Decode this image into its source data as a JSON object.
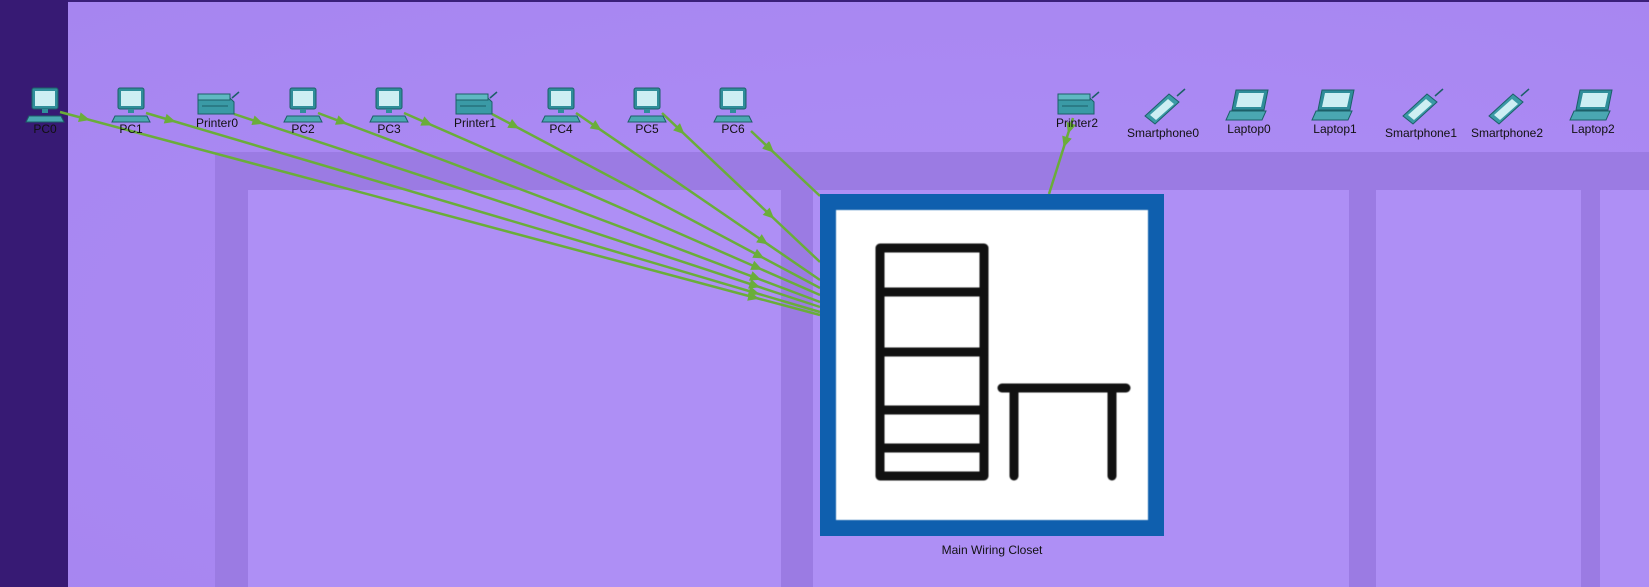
{
  "workspace": {
    "background_color": "#aa89f3",
    "left_strip_color": "#371a74"
  },
  "devices": [
    {
      "id": "pc0",
      "label": "PC0",
      "type": "pc-icon"
    },
    {
      "id": "pc1",
      "label": "PC1",
      "type": "pc-icon"
    },
    {
      "id": "printer0",
      "label": "Printer0",
      "type": "printer-icon"
    },
    {
      "id": "pc2",
      "label": "PC2",
      "type": "pc-icon"
    },
    {
      "id": "pc3",
      "label": "PC3",
      "type": "pc-icon"
    },
    {
      "id": "printer1",
      "label": "Printer1",
      "type": "printer-icon"
    },
    {
      "id": "pc4",
      "label": "PC4",
      "type": "pc-icon"
    },
    {
      "id": "pc5",
      "label": "PC5",
      "type": "pc-icon"
    },
    {
      "id": "pc6",
      "label": "PC6",
      "type": "pc-icon"
    },
    {
      "id": "printer2",
      "label": "Printer2",
      "type": "printer-icon"
    },
    {
      "id": "smartphone0",
      "label": "Smartphone0",
      "type": "smartphone-icon"
    },
    {
      "id": "laptop0",
      "label": "Laptop0",
      "type": "laptop-icon"
    },
    {
      "id": "laptop1",
      "label": "Laptop1",
      "type": "laptop-icon"
    },
    {
      "id": "smartphone1",
      "label": "Smartphone1",
      "type": "smartphone-icon"
    },
    {
      "id": "smartphone2",
      "label": "Smartphone2",
      "type": "smartphone-icon"
    },
    {
      "id": "laptop2",
      "label": "Laptop2",
      "type": "laptop-icon"
    }
  ],
  "wiring_closet": {
    "label": "Main Wiring Closet",
    "icon": "rack-and-table-icon",
    "frame_color": "#0f5fae"
  },
  "cable_color": "#6aad3a"
}
